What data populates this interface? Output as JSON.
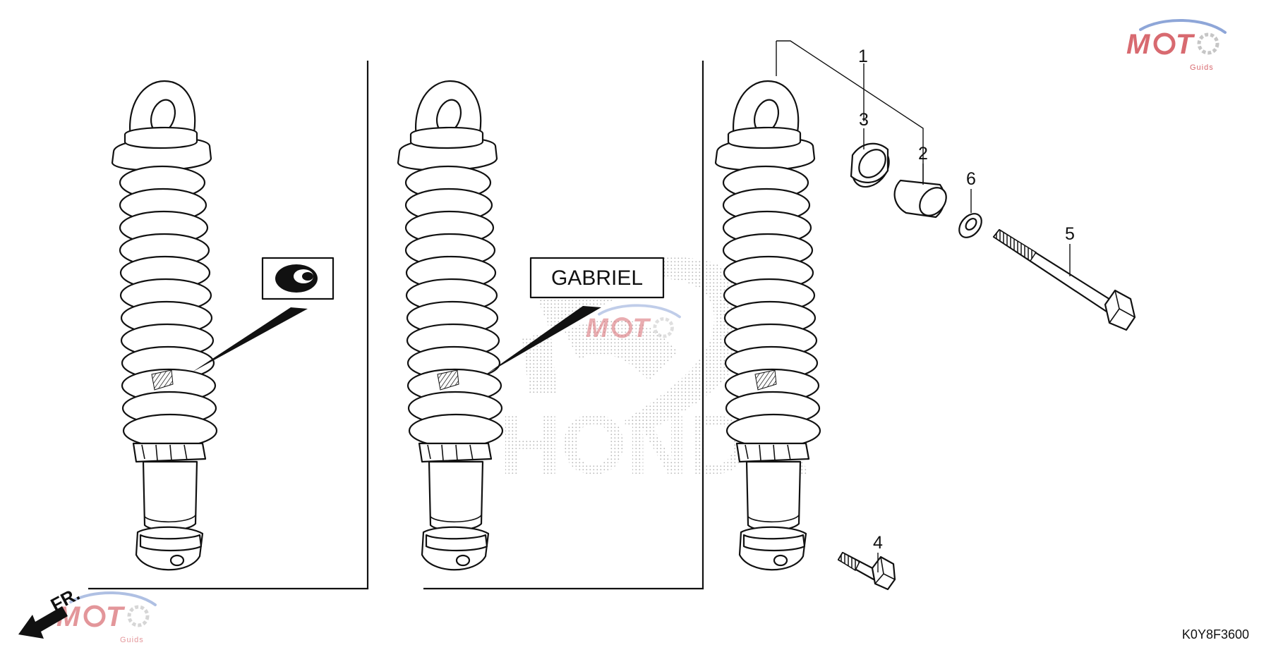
{
  "diagram": {
    "reference_code": "K0Y8F3600",
    "front_indicator": "FR.",
    "shock_labels": {
      "gabriel": "GABRIEL"
    },
    "callouts": [
      "1",
      "2",
      "3",
      "4",
      "5",
      "6"
    ],
    "watermark": {
      "logo_text": "MOTO",
      "logo_subtext": "Guids",
      "background_brand": "HONDA"
    },
    "colors": {
      "line": "#111111",
      "watermark_red": "#d86a70",
      "watermark_blue": "#8ea6d8",
      "watermark_gray": "#c6c6c6"
    }
  }
}
